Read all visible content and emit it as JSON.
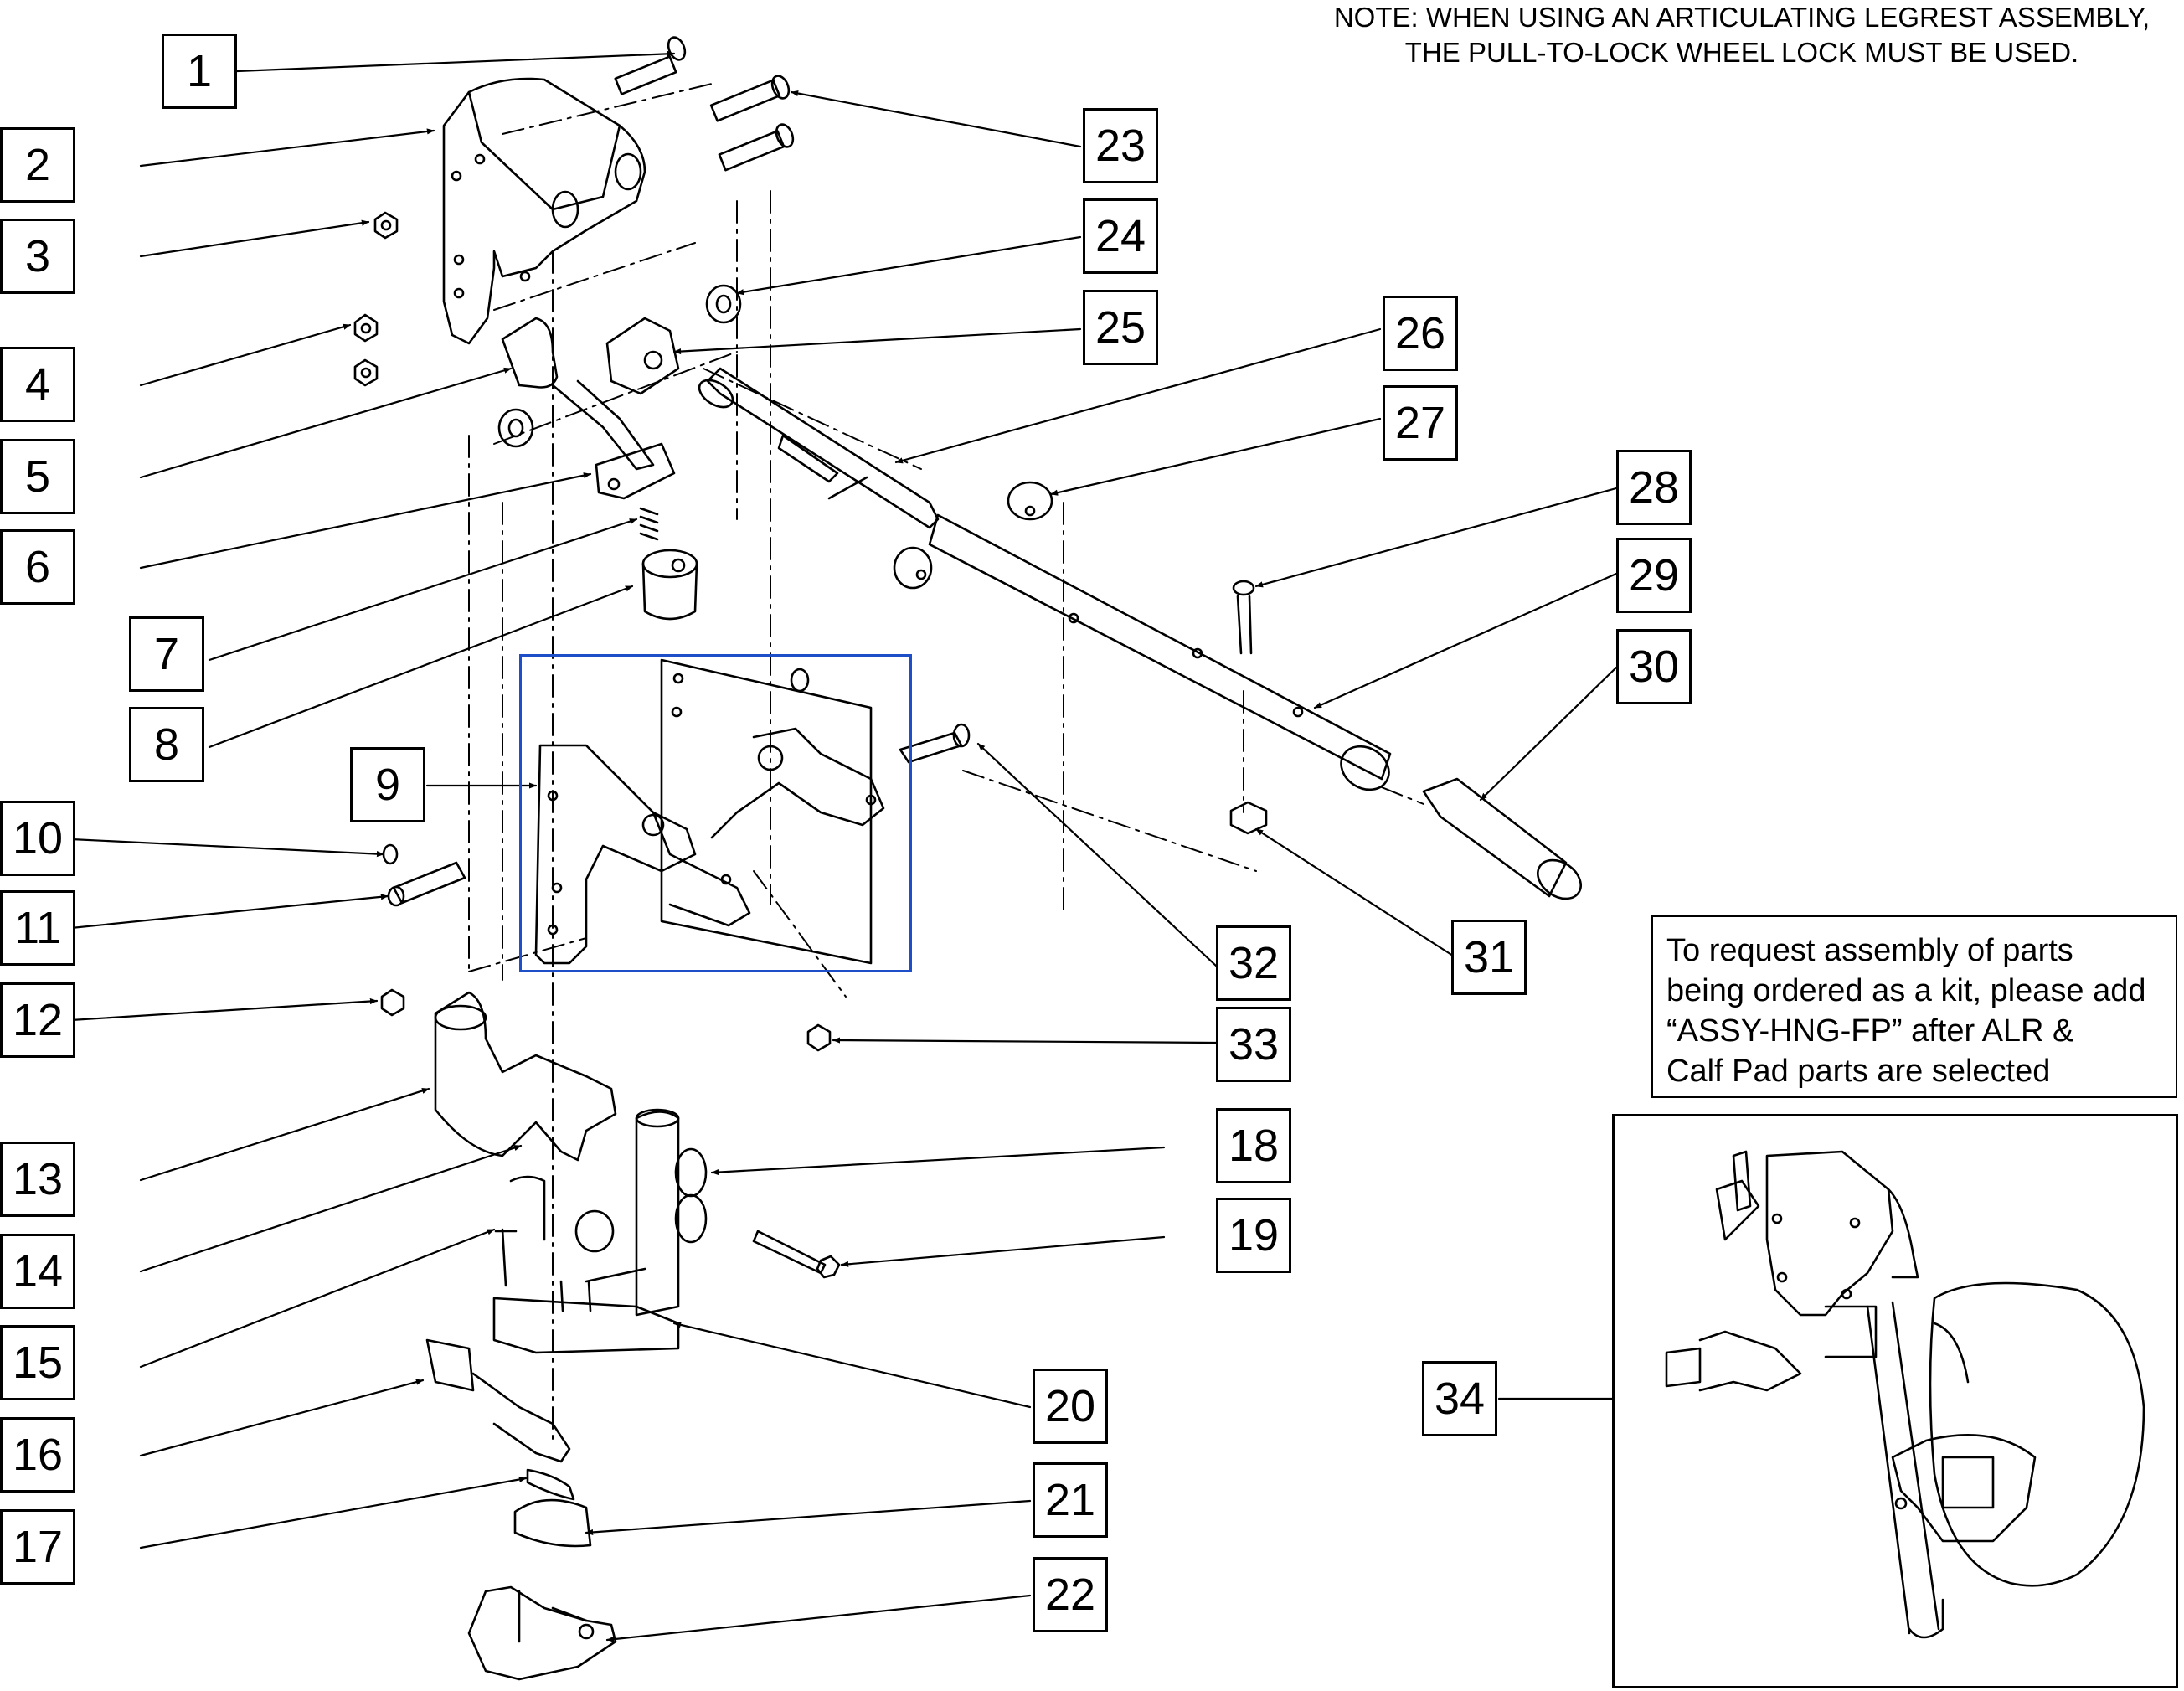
{
  "note": {
    "line1": "NOTE: WHEN USING AN ARTICULATING LEGREST ASSEMBLY,",
    "line2": "THE PULL-TO-LOCK WHEEL LOCK MUST BE USED."
  },
  "info_box": {
    "line1": "To request assembly of parts",
    "line2": "being ordered as a kit, please add",
    "line3": "“ASSY-HNG-FP” after ALR &",
    "line4": "Calf Pad parts are selected"
  },
  "callouts": {
    "c1": "1",
    "c2": "2",
    "c3": "3",
    "c4": "4",
    "c5": "5",
    "c6": "6",
    "c7": "7",
    "c8": "8",
    "c9": "9",
    "c10": "10",
    "c11": "11",
    "c12": "12",
    "c13": "13",
    "c14": "14",
    "c15": "15",
    "c16": "16",
    "c17": "17",
    "c18": "18",
    "c19": "19",
    "c20": "20",
    "c21": "21",
    "c22": "22",
    "c23": "23",
    "c24": "24",
    "c25": "25",
    "c26": "26",
    "c27": "27",
    "c28": "28",
    "c29": "29",
    "c30": "30",
    "c31": "31",
    "c32": "32",
    "c33": "33",
    "c34": "34"
  },
  "colors": {
    "line": "#000000",
    "selection_highlight": "#1f4fc8",
    "background": "#ffffff"
  }
}
